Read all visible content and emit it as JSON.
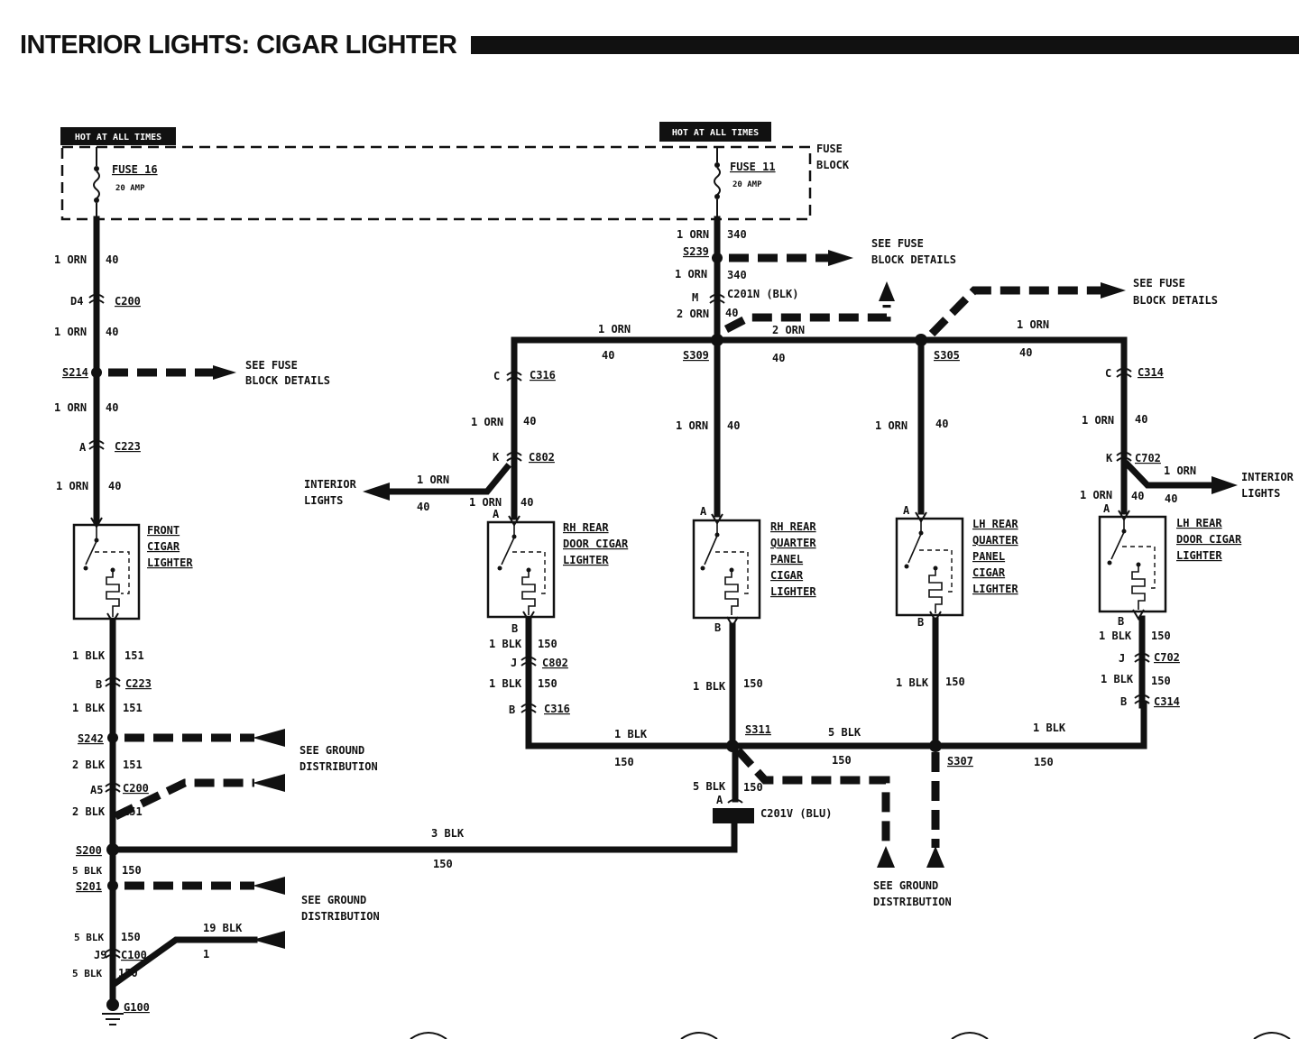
{
  "title": "INTERIOR LIGHTS: CIGAR LIGHTER",
  "hot_at_all_times": "HOT AT ALL TIMES",
  "fuse_block_label": [
    "FUSE",
    "BLOCK"
  ],
  "fuses": {
    "fuse16": {
      "name": "FUSE 16",
      "rating": "20 AMP"
    },
    "fuse11": {
      "name": "FUSE 11",
      "rating": "20 AMP"
    }
  },
  "references": {
    "see_fuse_block": [
      "SEE FUSE",
      "BLOCK DETAILS"
    ],
    "see_ground": [
      "SEE GROUND",
      "DISTRIBUTION"
    ],
    "interior_lights": [
      "INTERIOR",
      "LIGHTS"
    ]
  },
  "components": {
    "front": [
      "FRONT",
      "CIGAR",
      "LIGHTER"
    ],
    "rh_door": [
      "RH REAR",
      "DOOR CIGAR",
      "LIGHTER"
    ],
    "rh_quarter": [
      "RH REAR",
      "QUARTER",
      "PANEL",
      "CIGAR",
      "LIGHTER"
    ],
    "lh_quarter": [
      "LH REAR",
      "QUARTER",
      "PANEL",
      "CIGAR",
      "LIGHTER"
    ],
    "lh_door": [
      "LH REAR",
      "DOOR CIGAR",
      "LIGHTER"
    ]
  },
  "connectors": {
    "C200": "C200",
    "C223": "C223",
    "C316": "C316",
    "C802": "C802",
    "C201N": "C201N (BLK)",
    "C314": "C314",
    "C702": "C702",
    "C201V": "C201V (BLU)",
    "C100": "C100",
    "G100": "G100"
  },
  "splices": {
    "S214": "S214",
    "S239": "S239",
    "S309": "S309",
    "S305": "S305",
    "S311": "S311",
    "S307": "S307",
    "S242": "S242",
    "S200": "S200",
    "S201": "S201"
  },
  "pins": {
    "D4": "D4",
    "A": "A",
    "B": "B",
    "C": "C",
    "K": "K",
    "J": "J",
    "M": "M",
    "A5": "A5",
    "J9": "J9"
  },
  "wires": {
    "orn1": "1 ORN",
    "orn2": "2 ORN",
    "blk1": "1 BLK",
    "blk2": "2 BLK",
    "blk3": "3 BLK",
    "blk5": "5 BLK",
    "blk19": "19 BLK",
    "c40": "40",
    "c340": "340",
    "c151": "151",
    "c150": "150",
    "c1": "1"
  }
}
